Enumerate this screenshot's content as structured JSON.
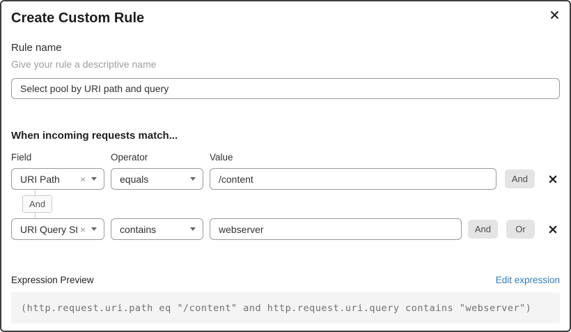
{
  "dialog": {
    "title": "Create Custom Rule"
  },
  "rule_name": {
    "label": "Rule name",
    "helper": "Give your rule a descriptive name",
    "value": "Select pool by URI path and query"
  },
  "matcher": {
    "heading": "When incoming requests match...",
    "columns": {
      "field": "Field",
      "operator": "Operator",
      "value": "Value"
    },
    "connector_label": "And",
    "rows": [
      {
        "field": "URI Path",
        "operator": "equals",
        "value": "/content",
        "and_label": "And"
      },
      {
        "field": "URI Query St...",
        "operator": "contains",
        "value": "webserver",
        "and_label": "And",
        "or_label": "Or"
      }
    ]
  },
  "expression": {
    "label": "Expression Preview",
    "edit_link": "Edit expression",
    "code": "(http.request.uri.path eq \"/content\" and http.request.uri.query contains \"webserver\")"
  },
  "icons": {
    "close": "x-icon",
    "clear": "×",
    "caret": "chevron-down",
    "delete": "x-icon"
  },
  "colors": {
    "link_blue": "#2f7cc0",
    "chip_gray": "#e4e4e4",
    "code_bg": "#f4f4f4",
    "border_gray": "#9a9a9a",
    "dialog_border": "#3f3f3f"
  }
}
